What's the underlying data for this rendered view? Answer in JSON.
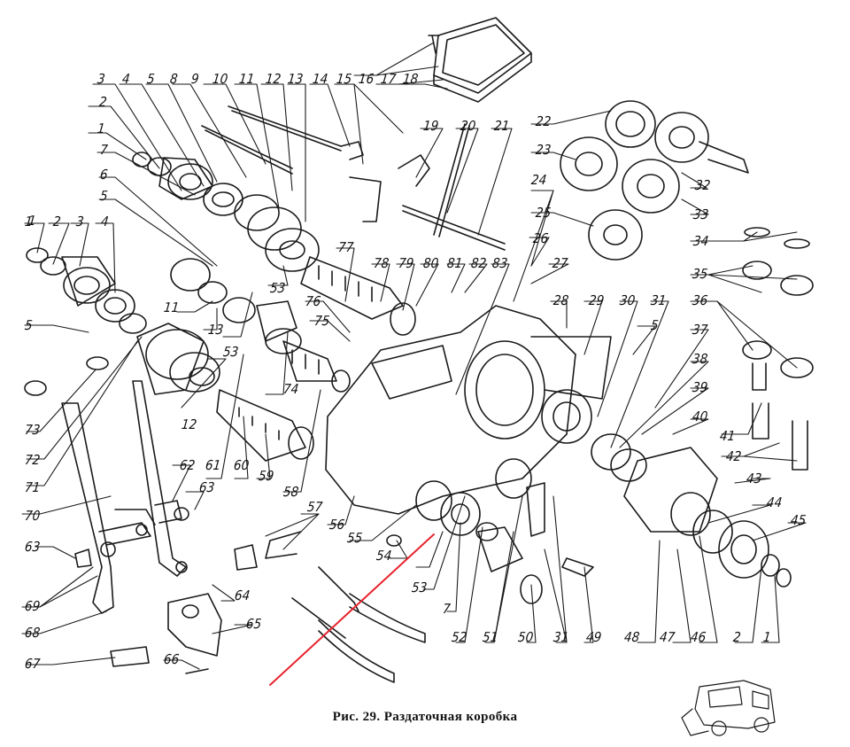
{
  "caption": "Рис. 29. Раздаточная коробка",
  "callouts": [
    "1",
    "2",
    "3",
    "4",
    "5",
    "6",
    "7",
    "8",
    "9",
    "10",
    "11",
    "12",
    "13",
    "14",
    "15",
    "16",
    "17",
    "18",
    "19",
    "20",
    "21",
    "22",
    "23",
    "24",
    "25",
    "26",
    "27",
    "28",
    "29",
    "30",
    "31",
    "32",
    "33",
    "34",
    "35",
    "36",
    "37",
    "38",
    "39",
    "40",
    "41",
    "42",
    "43",
    "44",
    "45",
    "46",
    "47",
    "48",
    "49",
    "50",
    "51",
    "52",
    "53",
    "54",
    "55",
    "56",
    "57",
    "58",
    "59",
    "60",
    "61",
    "62",
    "63",
    "64",
    "65",
    "66",
    "67",
    "68",
    "69",
    "70",
    "71",
    "72",
    "73",
    "74",
    "75",
    "76",
    "77",
    "78",
    "79",
    "80",
    "81",
    "82",
    "83"
  ],
  "highlight_color": "#e8232d"
}
